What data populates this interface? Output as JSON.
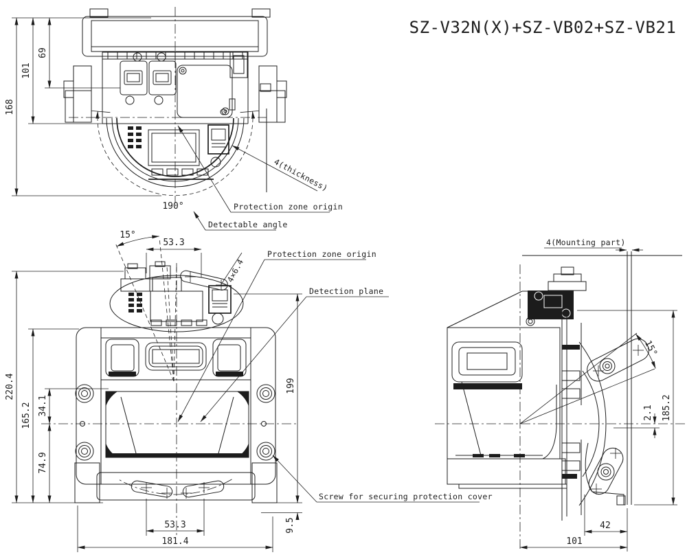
{
  "drawing": {
    "title": "SZ-V32N(X)+SZ-VB02+SZ-VB21",
    "line_color": "#1c1c1c",
    "background": "#ffffff"
  },
  "top_view": {
    "dims": {
      "overall_depth": "168",
      "body_depth": "101",
      "front_depth": "69",
      "detectable_angle": "190°"
    },
    "labels": {
      "thickness": "4(thickness)",
      "protection_zone_origin": "Protection zone origin",
      "detectable_angle": "Detectable angle"
    }
  },
  "front_view": {
    "dims": {
      "overall_height": "220.4",
      "body_height": "165.2",
      "window_to_center": "34.1",
      "center_to_bottom": "74.9",
      "right_height": "199",
      "bottom_offset": "9.5",
      "slot_pitch_top": "53.3",
      "slot_pitch_bottom": "53.3",
      "overall_width": "181.4",
      "slot_angle": "15°",
      "mounting_holes": "4×6.4"
    },
    "labels": {
      "protection_zone_origin": "Protection zone origin",
      "detection_plane": "Detection plane",
      "screw_note": "Screw for securing protection cover"
    }
  },
  "side_view": {
    "dims": {
      "bracket_angle": "15°",
      "mount_height": "185.2",
      "plane_offset": "2.1",
      "bracket_depth": "42",
      "overall_depth": "101"
    },
    "labels": {
      "mounting_part": "4(Mounting part)"
    }
  }
}
